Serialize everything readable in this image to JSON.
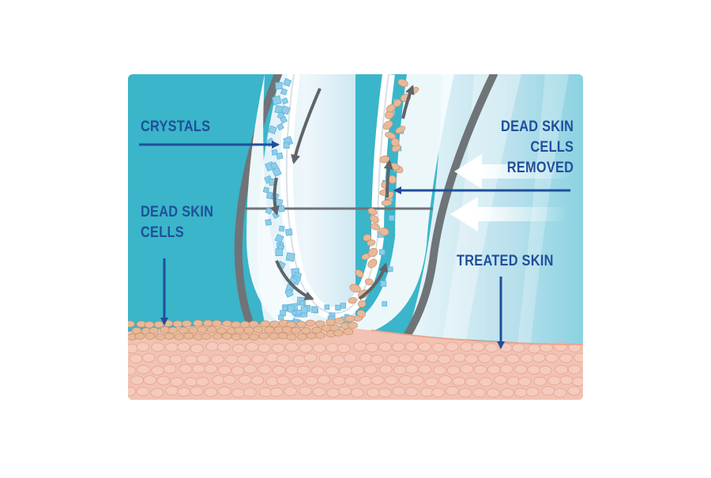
{
  "labels": {
    "crystals": "CRYSTALS",
    "dead_skin_cells": [
      "DEAD SKIN",
      "CELLS"
    ],
    "dead_skin_cells_removed": [
      "DEAD SKIN",
      "CELLS",
      "REMOVED"
    ],
    "treated_skin": "TREATED SKIN"
  },
  "colors": {
    "background": "#3ab5c9",
    "device_wall": "#6f7478",
    "device_body": "#e6f3f8",
    "channel": "#f6fbfd",
    "crystal": "#8fcde8",
    "dead_cell": "#e7b99a",
    "skin": "#f2c2b2",
    "label": "#1f4f9a"
  }
}
